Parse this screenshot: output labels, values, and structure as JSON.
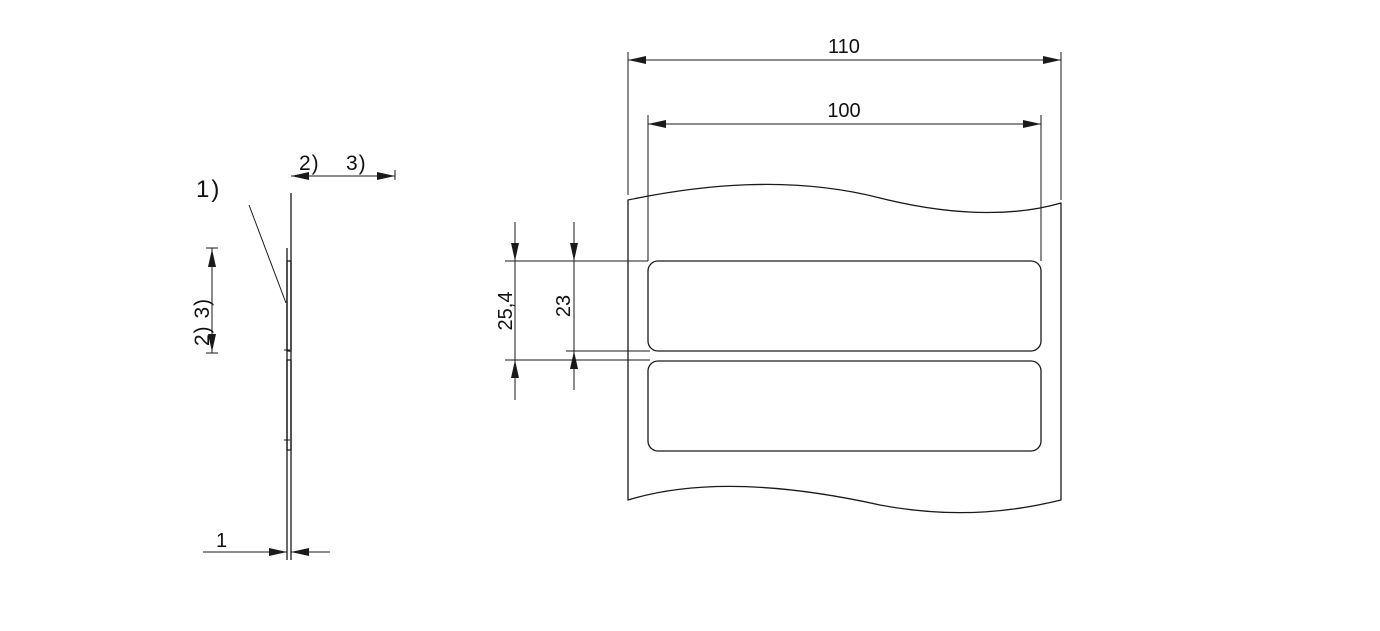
{
  "side_view": {
    "callout_label": "1)",
    "top_note_2": "2)",
    "top_note_3": "3)",
    "vertical_note": "2)  3)",
    "thickness_label": "1"
  },
  "front_view": {
    "overall_width_label": "110",
    "label_width_label": "100",
    "pitch_label": "25,4",
    "label_height_label": "23",
    "label_count": 2
  }
}
